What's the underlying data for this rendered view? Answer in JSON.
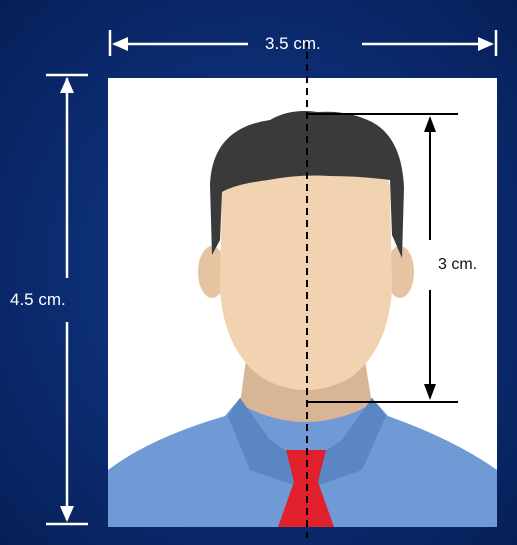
{
  "colors": {
    "background": "#0c2f7a",
    "background_dark": "#061d55",
    "photo_area": "#ffffff",
    "hair": "#3a3a3a",
    "skin": "#f1d2b1",
    "skin_shadow": "#d8b594",
    "shirt": "#6f9ad6",
    "shirt_shadow": "#5a86c4",
    "tie": "#e0202a",
    "dimension_lines_outside": "#ffffff",
    "dimension_lines_inside": "#000000"
  },
  "labels": {
    "width": "3.5 cm.",
    "height": "4.5 cm.",
    "head_height": "3 cm."
  }
}
